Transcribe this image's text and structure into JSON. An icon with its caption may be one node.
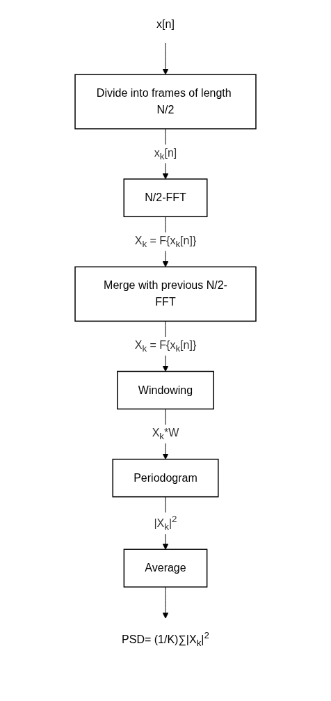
{
  "diagram": {
    "nodes": [
      {
        "text": [
          "x[n]"
        ]
      },
      {
        "text": [
          "Divide into frames of length N/2"
        ]
      },
      {
        "text": [
          "N/2-FFT"
        ]
      },
      {
        "text": [
          "Merge with previous N/2-FFT"
        ]
      },
      {
        "text": [
          "Windowing"
        ]
      },
      {
        "text": [
          "Periodogram"
        ]
      },
      {
        "text": [
          "Average"
        ]
      },
      {
        "text": [
          "PSD= (1/K)∑|X$_{k}$|$^{2}$"
        ]
      }
    ],
    "edges": [
      {
        "from": 0,
        "to": 1,
        "arrow": "to"
      },
      {
        "from": 1,
        "to": 2,
        "arrow": "to",
        "label": "x$_{k}$[n]"
      },
      {
        "from": 2,
        "to": 3,
        "arrow": "to",
        "label": "X$_{k}$ = F{x$_{k}$[n]}"
      },
      {
        "from": 3,
        "to": 4,
        "arrow": "to",
        "label": "X$_{k}$ = F{x$_{k}$[n]}"
      },
      {
        "from": 4,
        "to": 5,
        "arrow": "to",
        "label": "X$_{k}$*W"
      },
      {
        "from": 5,
        "to": 6,
        "arrow": "to",
        "label": "|X$_{k}$|$^{2}$"
      },
      {
        "from": 6,
        "to": 7,
        "arrow": "to"
      }
    ]
  }
}
